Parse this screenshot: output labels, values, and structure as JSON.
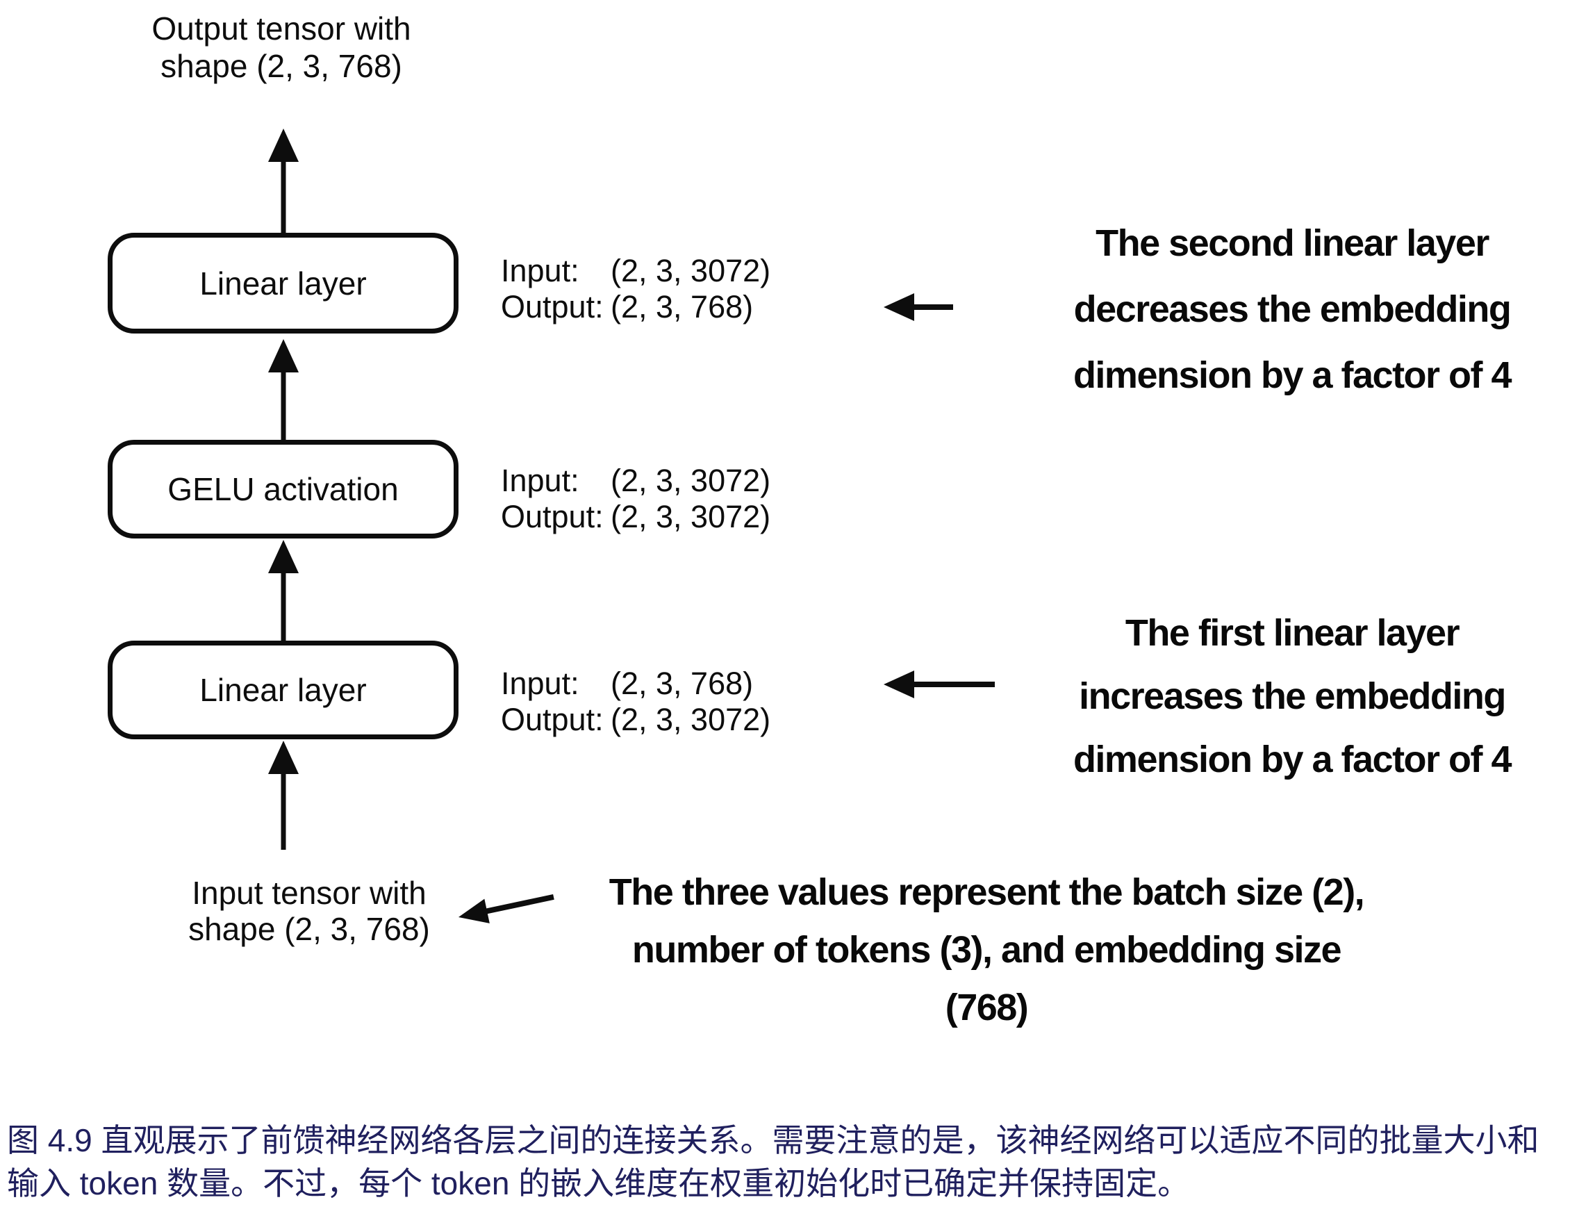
{
  "figure": {
    "output_tensor": {
      "line1": "Output tensor with",
      "line2": "shape (2, 3, 768)"
    },
    "input_tensor": {
      "line1": "Input tensor with",
      "line2": "shape (2, 3, 768)"
    },
    "layers": [
      {
        "name": "Linear layer",
        "input_label": "Input:",
        "input_value": "(2, 3, 3072)",
        "output_label": "Output:",
        "output_value": "(2, 3, 768)"
      },
      {
        "name": "GELU activation",
        "input_label": "Input:",
        "input_value": "(2, 3, 3072)",
        "output_label": "Output:",
        "output_value": "(2, 3, 3072)"
      },
      {
        "name": "Linear layer",
        "input_label": "Input:",
        "input_value": "(2, 3, 768)",
        "output_label": "Output:",
        "output_value": "(2, 3, 3072)"
      }
    ],
    "annotations": {
      "second_linear": {
        "line1": "The second linear layer",
        "line2": "decreases the embedding",
        "line3": "dimension by a factor of 4"
      },
      "first_linear": {
        "line1": "The first linear layer",
        "line2": "increases the embedding",
        "line3": "dimension by a factor of 4"
      },
      "tensor_values": {
        "line1": "The three values represent the batch size (2),",
        "line2": "number of tokens (3), and embedding size",
        "line3": "(768)"
      }
    }
  },
  "caption": {
    "line1": "图 4.9 直观展示了前馈神经网络各层之间的连接关系。需要注意的是，该神经网络可以适应不同的批量大小和",
    "line2": "输入 token 数量。不过，每个 token 的嵌入维度在权重初始化时已确定并保持固定。"
  },
  "colors": {
    "ink": "#0d0d0d",
    "caption_text": "#20205e",
    "background": "#ffffff"
  }
}
